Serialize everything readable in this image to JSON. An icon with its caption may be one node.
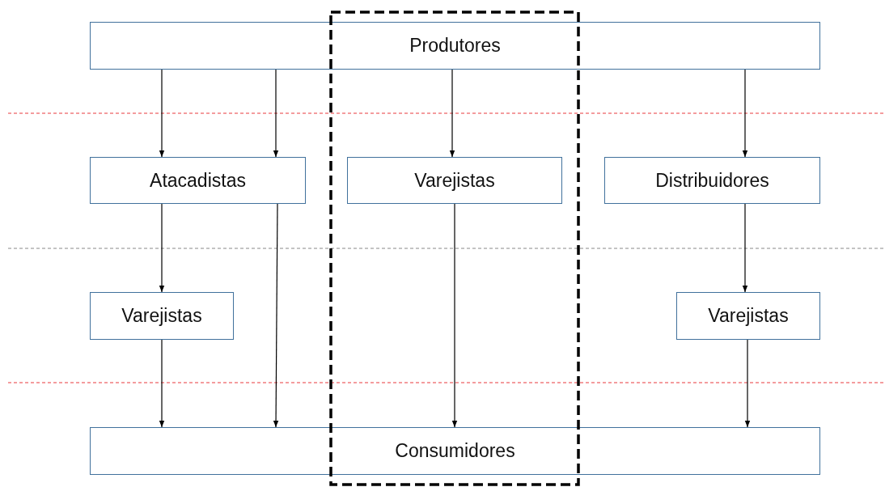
{
  "diagram": {
    "nodes": [
      {
        "text": [
          "Produtores"
        ]
      },
      {
        "text": [
          "Atacadistas"
        ]
      },
      {
        "text": [
          "Varejistas"
        ]
      },
      {
        "text": [
          "Distribuidores"
        ]
      },
      {
        "text": [
          "Varejistas"
        ]
      },
      {
        "text": [
          "Varejistas"
        ]
      },
      {
        "text": [
          "Consumidores"
        ]
      }
    ],
    "edges": [
      {
        "from": 0,
        "to": 1,
        "arrow": "to"
      },
      {
        "from": 0,
        "to": 1,
        "arrow": "to"
      },
      {
        "from": 0,
        "to": 2,
        "arrow": "to"
      },
      {
        "from": 0,
        "to": 3,
        "arrow": "to"
      },
      {
        "from": 1,
        "to": 4,
        "arrow": "to"
      },
      {
        "from": 1,
        "to": 6,
        "arrow": "to"
      },
      {
        "from": 2,
        "to": 6,
        "arrow": "to"
      },
      {
        "from": 3,
        "to": 5,
        "arrow": "to"
      },
      {
        "from": 4,
        "to": 6,
        "arrow": "to"
      },
      {
        "from": 5,
        "to": 6,
        "arrow": "to"
      }
    ]
  }
}
